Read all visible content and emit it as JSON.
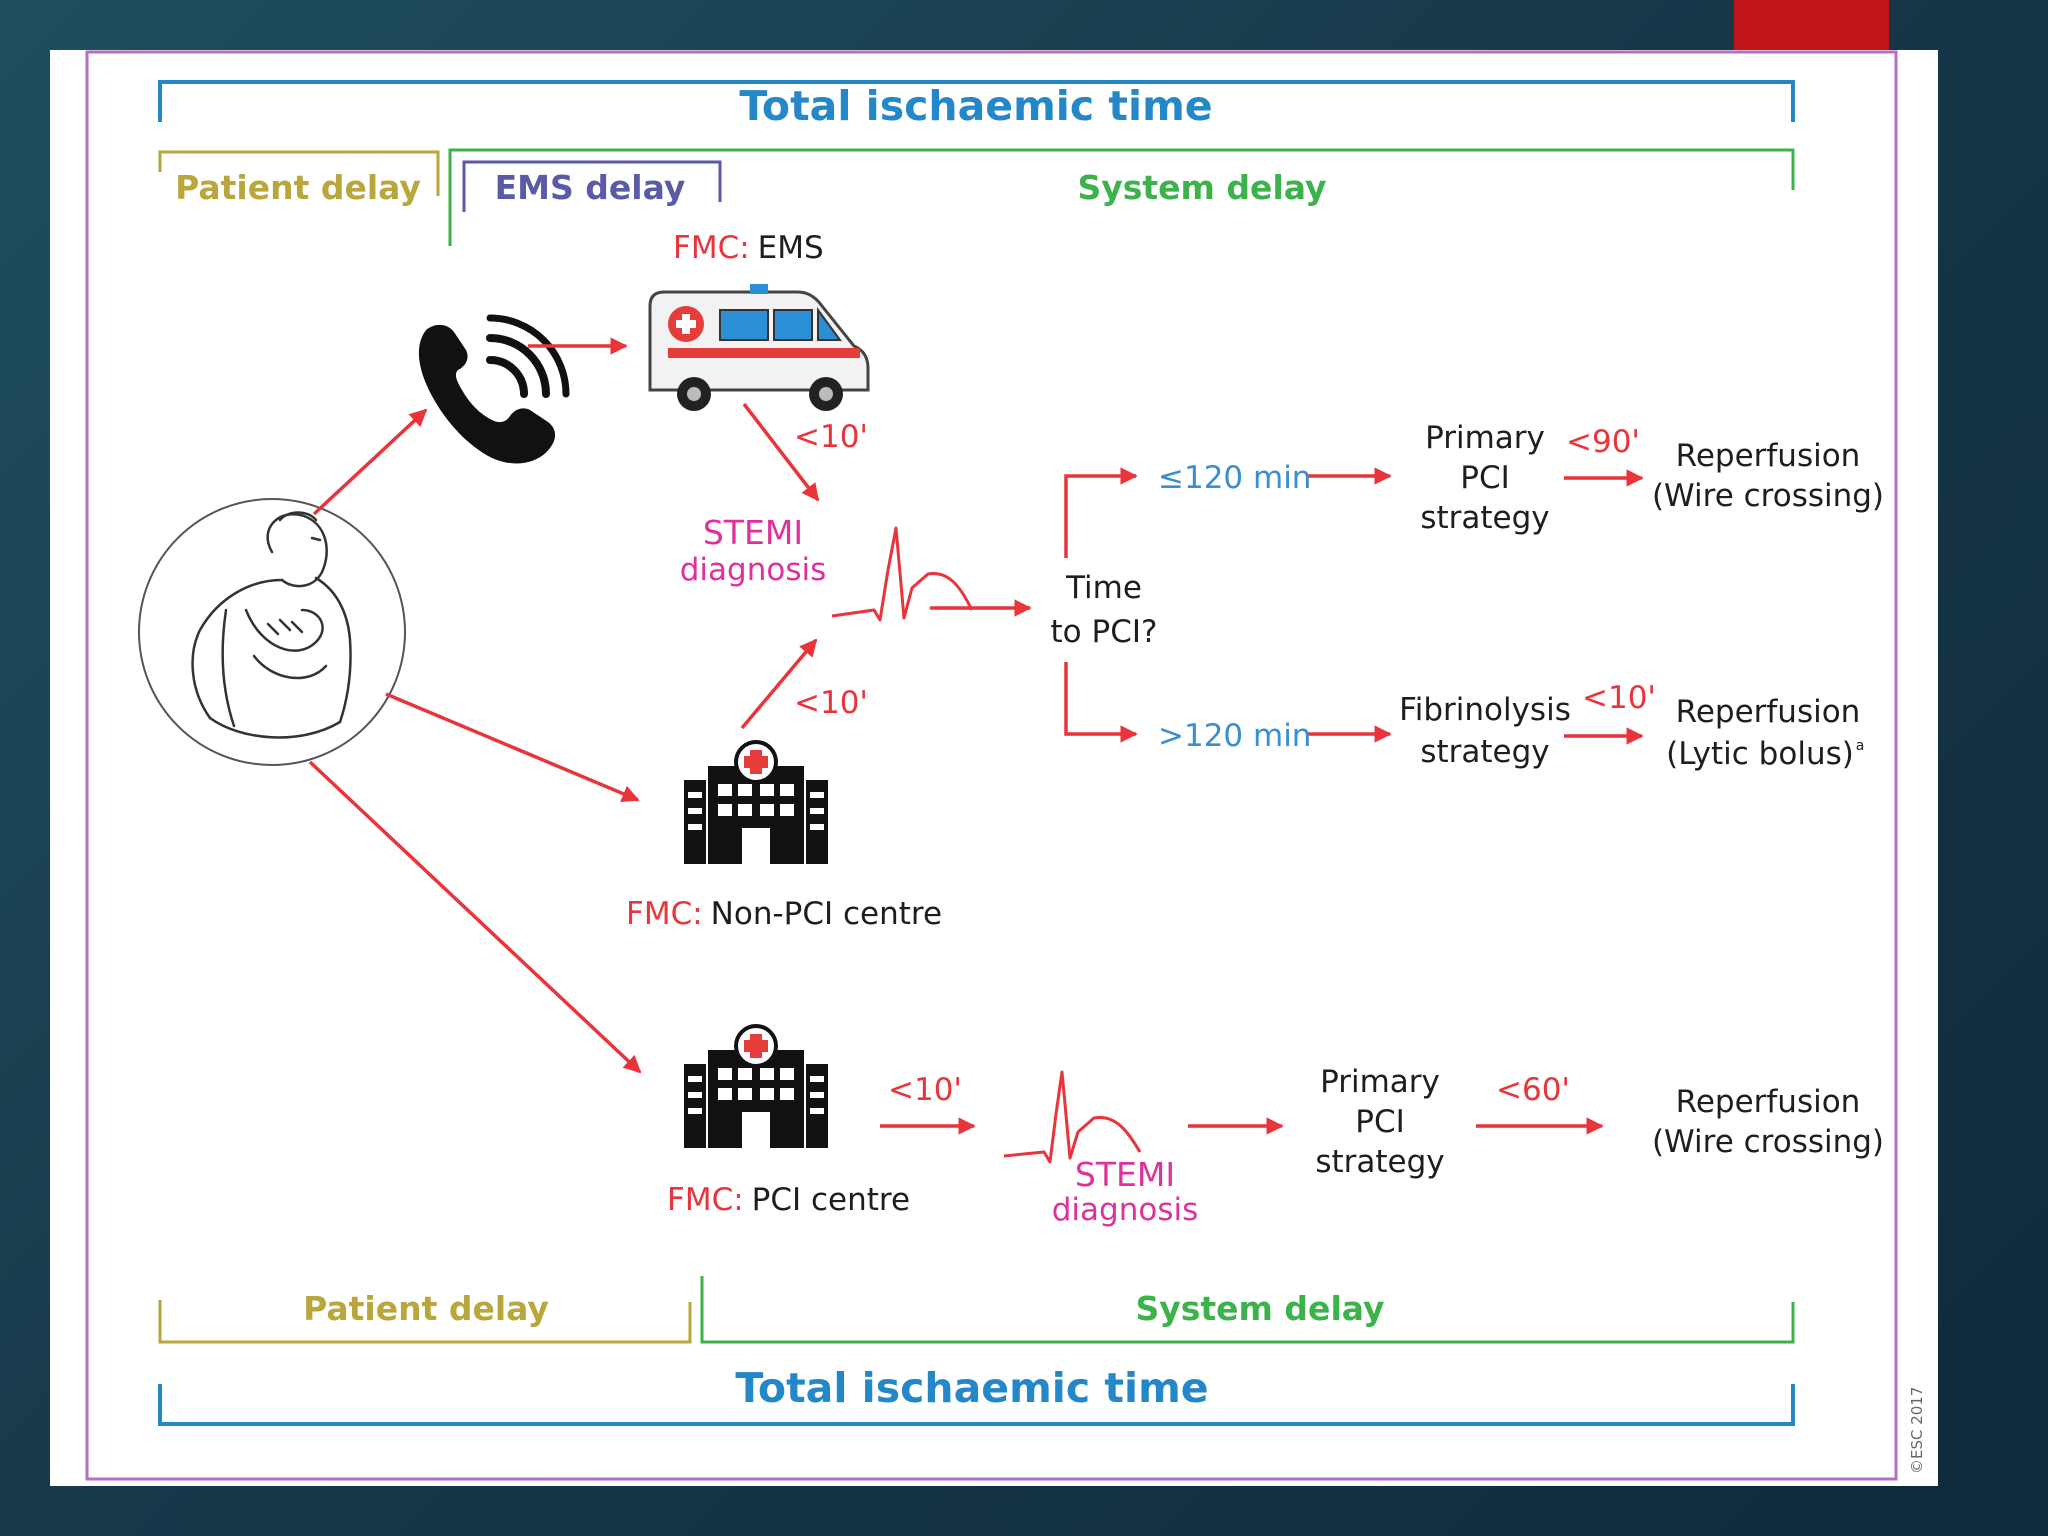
{
  "colors": {
    "slide_bg": "#1a4252",
    "accent_tab": "#c0151b",
    "border_purple": "#b36fc4",
    "total_blue": "#2487c8",
    "patient_gold": "#b9a63c",
    "ems_indigo": "#5a5aa6",
    "system_green": "#3cb34a",
    "arrow_red": "#e8343a",
    "stemi_magenta": "#e0309b",
    "time_blue": "#3a8fd0",
    "text_dark": "#1e1e1e"
  },
  "top": {
    "total_ischaemic_time": "Total ischaemic time",
    "patient_delay": "Patient delay",
    "ems_delay": "EMS delay",
    "system_delay": "System delay"
  },
  "ems": {
    "fmc_prefix": "FMC:",
    "fmc_name": "EMS",
    "to_diagnosis_time": "<10'"
  },
  "stemi_upper": {
    "line1": "STEMI",
    "line2": "diagnosis"
  },
  "non_pci": {
    "fmc_prefix": "FMC:",
    "fmc_name": "Non-PCI centre",
    "to_diagnosis_time": "<10'"
  },
  "decision": {
    "question_line1": "Time",
    "question_line2": "to PCI?",
    "short_branch": "≤120 min",
    "long_branch": ">120 min"
  },
  "primary_upper": {
    "line1": "Primary",
    "line2": "PCI",
    "line3": "strategy",
    "time": "<90'",
    "outcome_line1": "Reperfusion",
    "outcome_line2": "(Wire crossing)"
  },
  "fibrinolysis": {
    "line1": "Fibrinolysis",
    "line2": "strategy",
    "time": "<10'",
    "outcome_line1": "Reperfusion",
    "outcome_line2": "(Lytic bolus)",
    "outcome_superscript": "a"
  },
  "pci_centre": {
    "fmc_prefix": "FMC:",
    "fmc_name": "PCI centre",
    "to_diagnosis_time": "<10'"
  },
  "stemi_lower": {
    "line1": "STEMI",
    "line2": "diagnosis"
  },
  "primary_lower": {
    "line1": "Primary",
    "line2": "PCI",
    "line3": "strategy",
    "time": "<60'",
    "outcome_line1": "Reperfusion",
    "outcome_line2": "(Wire crossing)"
  },
  "bottom": {
    "patient_delay": "Patient delay",
    "system_delay": "System delay",
    "total_ischaemic_time": "Total ischaemic time"
  },
  "copyright": "©ESC 2017",
  "icons": [
    "phone-icon",
    "ambulance-icon",
    "hospital-icon",
    "patient-chest-pain-icon",
    "ecg-icon"
  ]
}
